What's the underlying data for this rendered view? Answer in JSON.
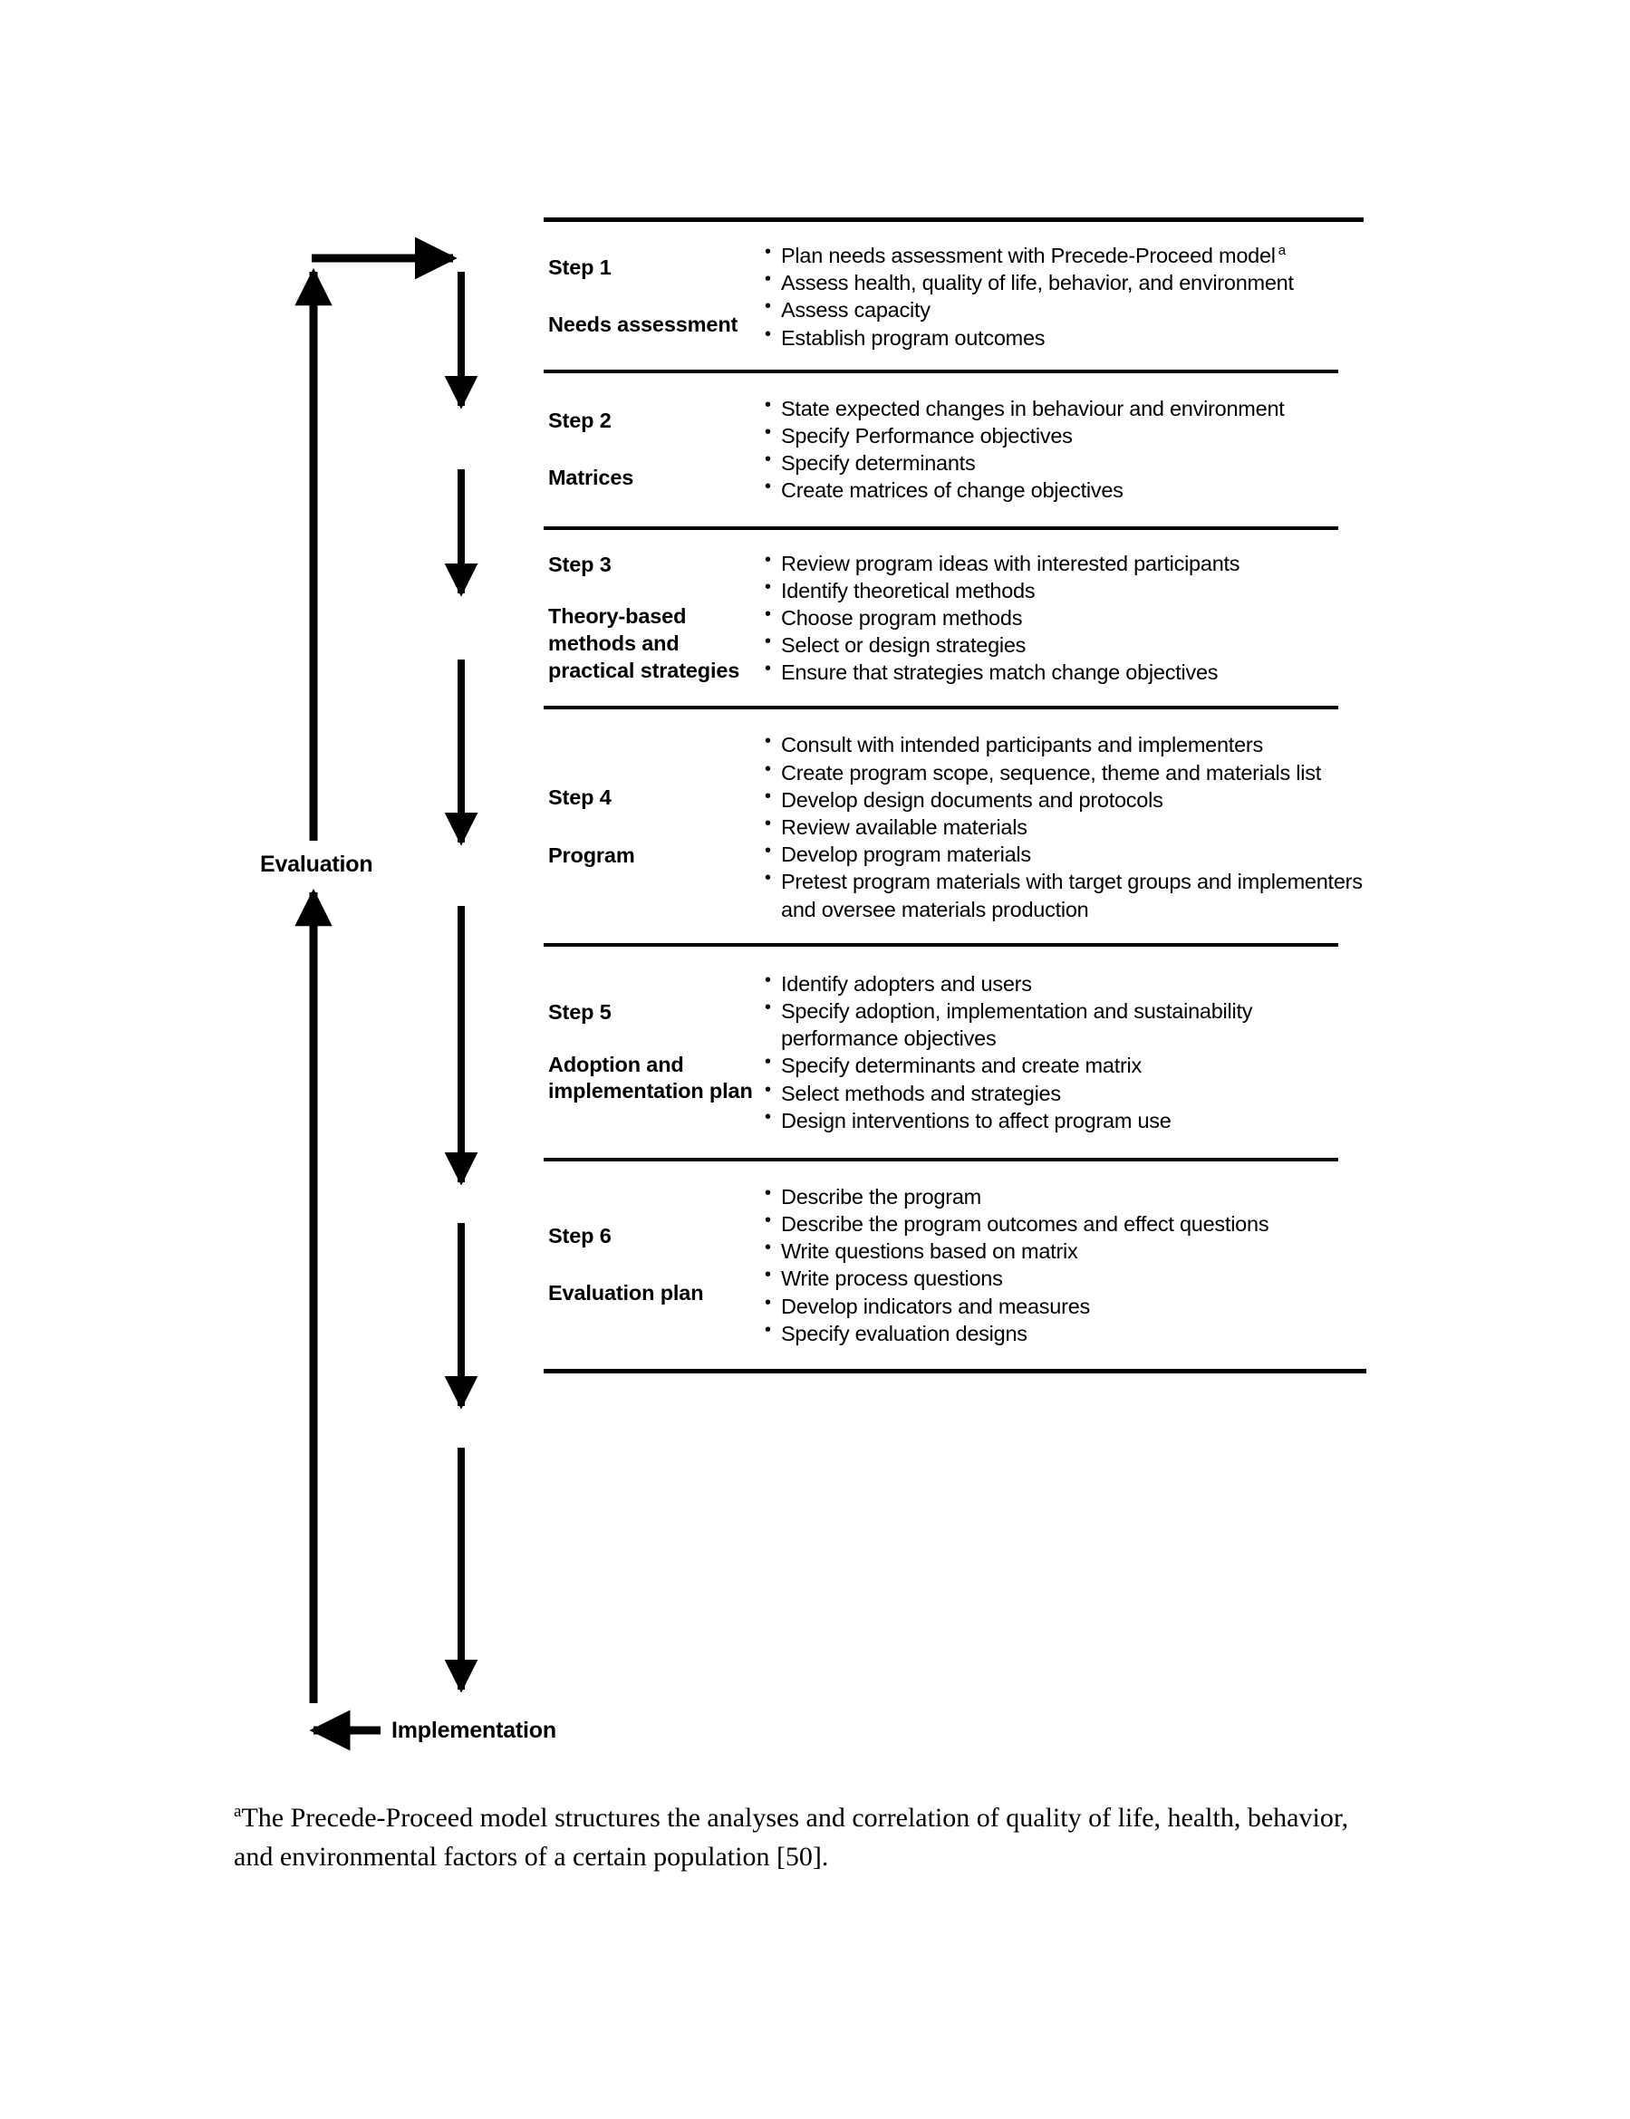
{
  "diagram": {
    "side_labels": {
      "evaluation": "Evaluation",
      "implementation": "Implementation"
    },
    "steps": [
      {
        "title": "Step 1",
        "name": "Needs assessment",
        "bullets": [
          "Plan needs assessment with Precede-Proceed model",
          "Assess health, quality of life, behavior, and environment",
          "Assess capacity",
          "Establish program outcomes"
        ],
        "footnote_marker": "a"
      },
      {
        "title": "Step 2",
        "name": "Matrices",
        "bullets": [
          "State expected changes in behaviour and environment",
          "Specify Performance objectives",
          "Specify determinants",
          "Create matrices of change objectives"
        ]
      },
      {
        "title": "Step 3",
        "name": "Theory-based methods and practical strategies",
        "bullets": [
          "Review program ideas with interested participants",
          "Identify theoretical methods",
          "Choose program methods",
          "Select or design strategies",
          "Ensure that strategies match change objectives"
        ]
      },
      {
        "title": "Step 4",
        "name": "Program",
        "bullets": [
          "Consult with intended participants and implementers",
          "Create program scope, sequence, theme and materials list",
          "Develop design documents and protocols",
          "Review available materials",
          "Develop program materials",
          "Pretest program materials with target groups and implementers and oversee materials production"
        ]
      },
      {
        "title": "Step 5",
        "name": "Adoption and implementation plan",
        "bullets": [
          "Identify adopters and users",
          "Specify adoption, implementation and sustainability performance objectives",
          "Specify determinants and create matrix",
          "Select methods and strategies",
          "Design interventions to affect program use"
        ]
      },
      {
        "title": "Step 6",
        "name": "Evaluation plan",
        "bullets": [
          "Describe the program",
          "Describe the program outcomes and effect questions",
          "Write questions based on matrix",
          "Write process questions",
          "Develop indicators and measures",
          "Specify evaluation designs"
        ]
      }
    ]
  },
  "footnote": {
    "marker": "a",
    "text": "The Precede-Proceed model structures the analyses and correlation of quality of life, health, behavior, and environmental factors of a certain population [50]."
  },
  "colors": {
    "ink": "#000000",
    "background": "#ffffff"
  }
}
